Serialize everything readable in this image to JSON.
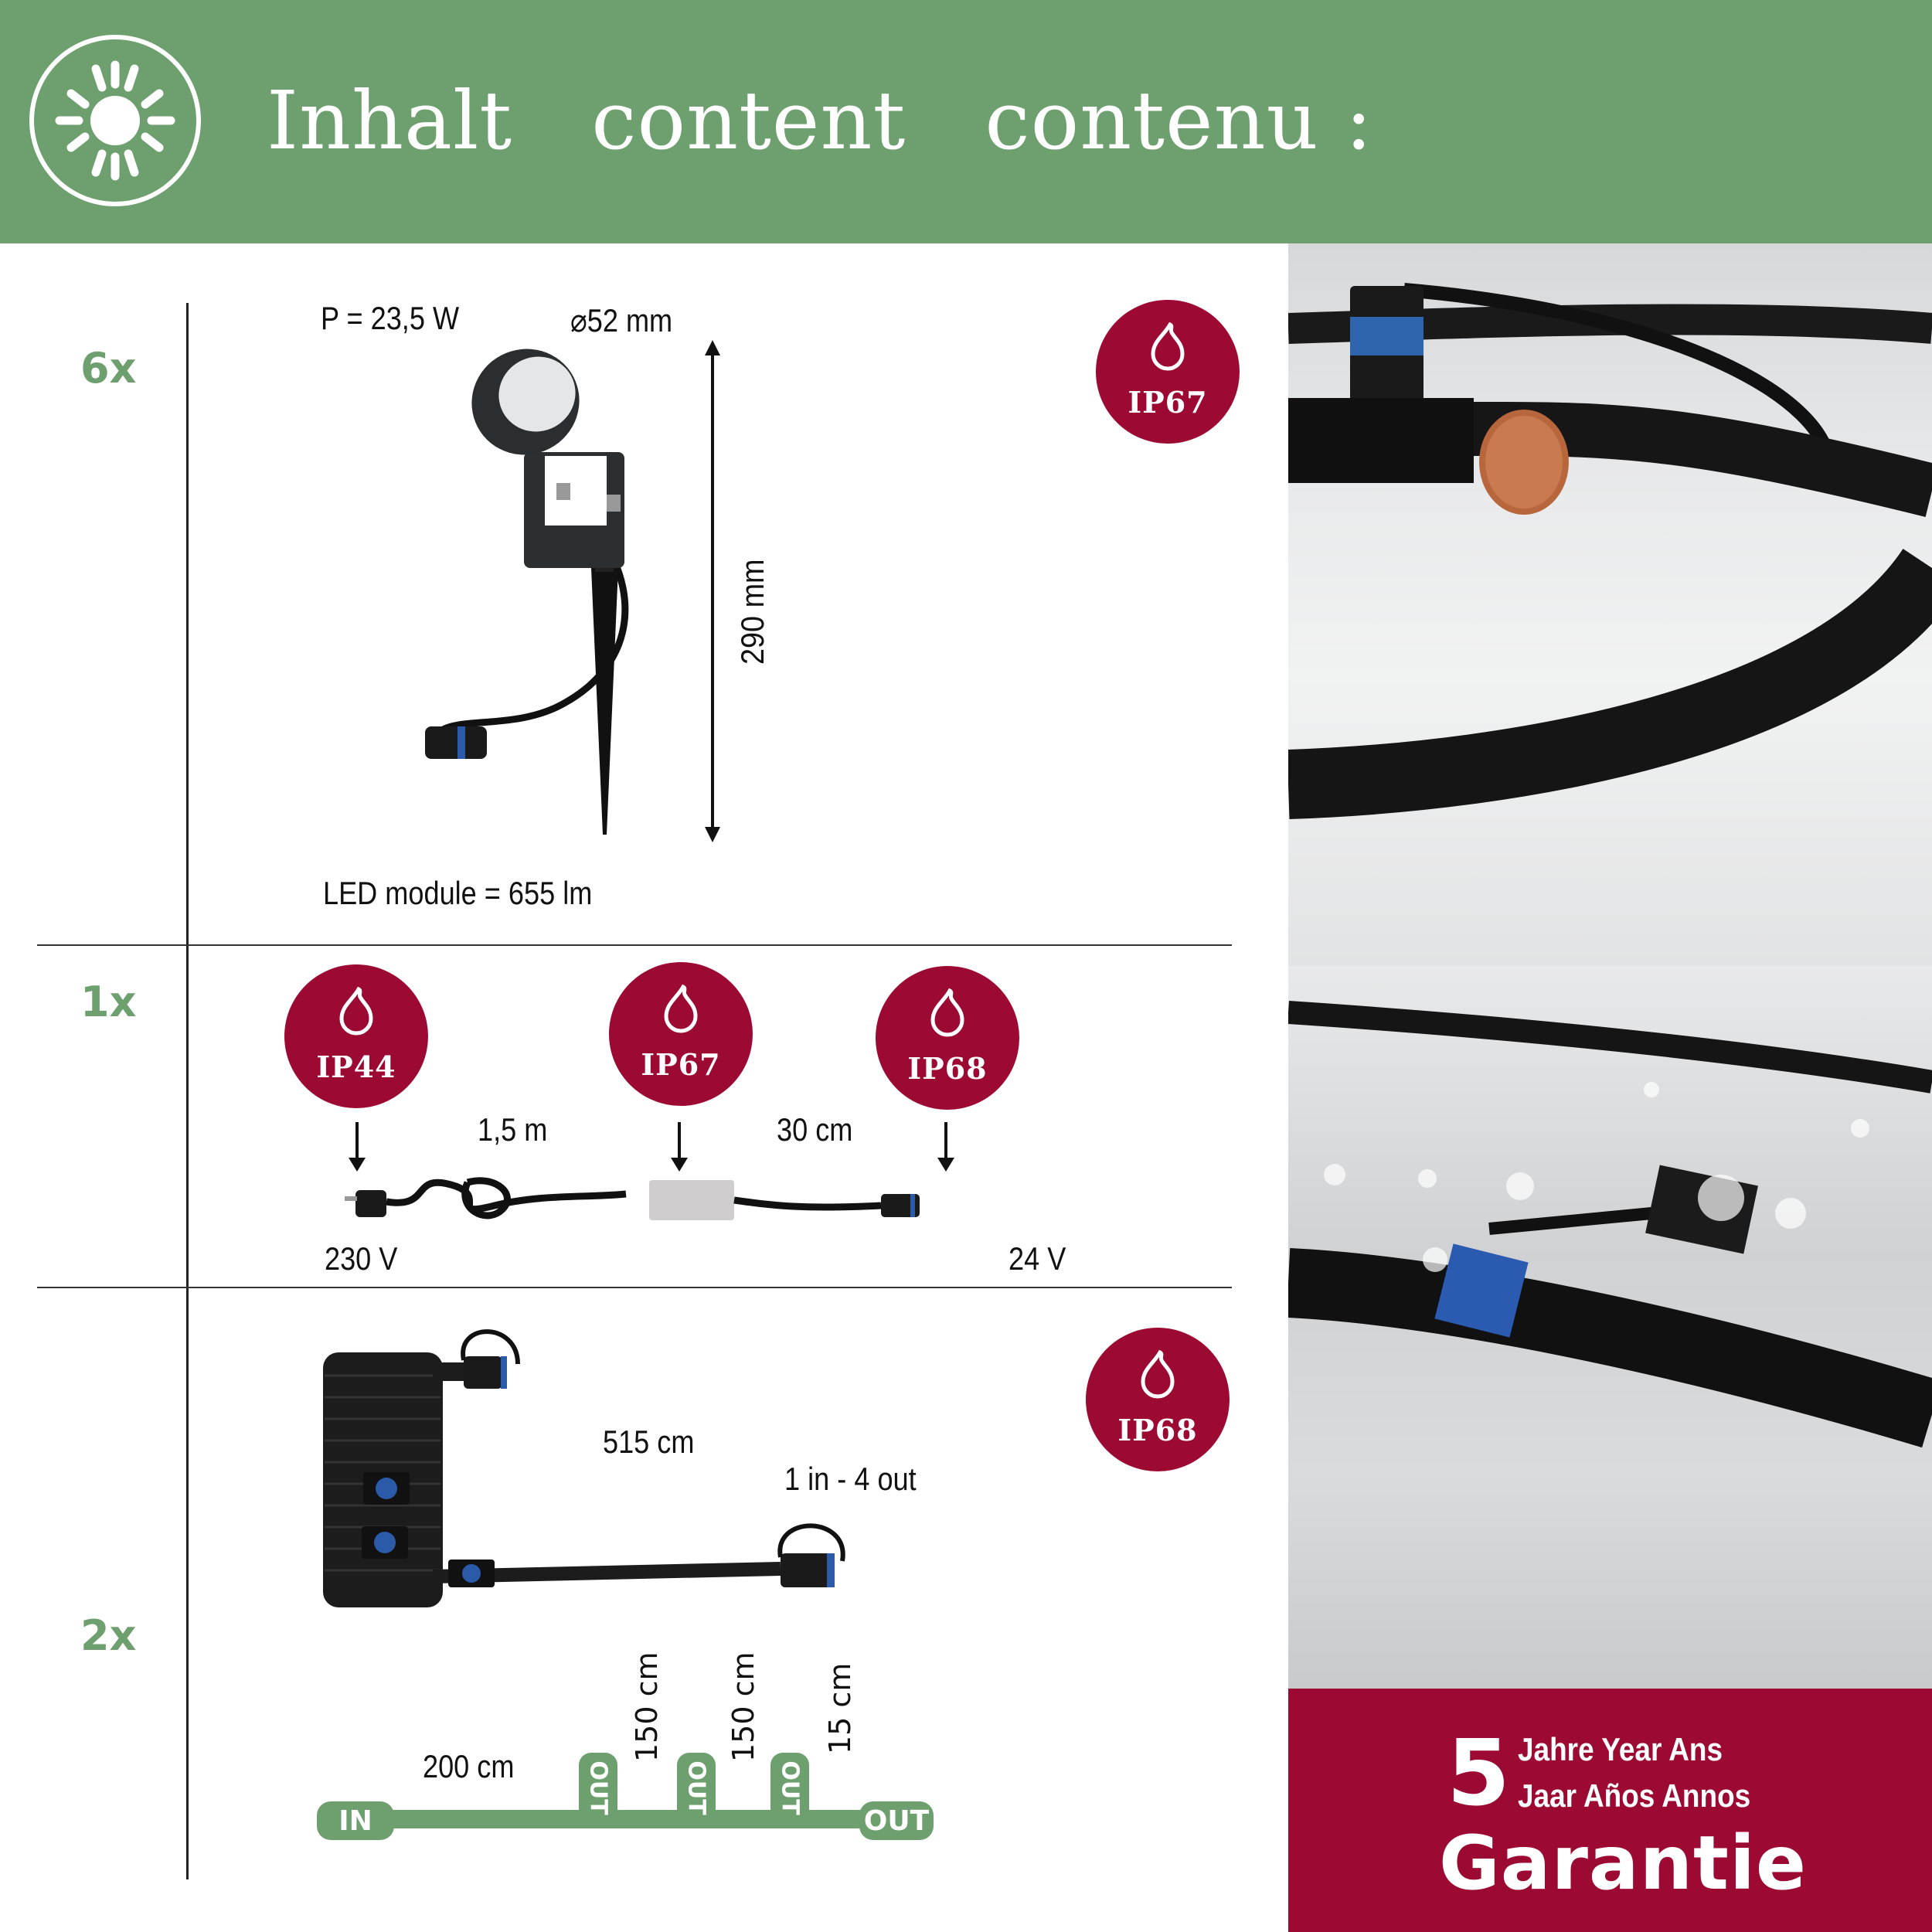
{
  "header": {
    "icon": "sun-icon",
    "title": "Inhalt   content   contenu :",
    "background_color": "#6da06e"
  },
  "sections": [
    {
      "quantity": "6x",
      "product": "garden spotlight with spike",
      "power": "P = 23,5 W",
      "diameter": "⌀52 mm",
      "height": "290 mm",
      "luminous_flux": "LED module = 655 lm",
      "badges": [
        {
          "icon": "water-drop-icon",
          "label": "IP67"
        }
      ]
    },
    {
      "quantity": "1x",
      "product": "power supply with cable",
      "badges": [
        {
          "icon": "water-drop-icon",
          "label": "IP44"
        },
        {
          "icon": "water-drop-icon",
          "label": "IP67"
        },
        {
          "icon": "water-drop-icon",
          "label": "IP68"
        }
      ],
      "cable_length_1": "1,5 m",
      "cable_length_2": "30 cm",
      "input_voltage": "230 V",
      "output_voltage": "24 V"
    },
    {
      "quantity": "2x",
      "product": "connection cable 1 in - 4 out",
      "badges": [
        {
          "icon": "water-drop-icon",
          "label": "IP68"
        }
      ],
      "total_length": "515 cm",
      "config": "1 in - 4 out",
      "diagram": {
        "in_label": "IN",
        "out_label": "OUT",
        "segments": [
          "200 cm",
          "150 cm",
          "150 cm",
          "15 cm"
        ],
        "branch_labels": [
          "OUT",
          "OUT",
          "OUT"
        ]
      }
    }
  ],
  "photos": [
    {
      "description": "cable connector with 1 cent coin for size comparison"
    },
    {
      "description": "waterproof connector splashed with water"
    }
  ],
  "guarantee": {
    "number": "5",
    "line1": "Jahre Year Ans",
    "line2": "Jaar Años Annos",
    "word": "Garantie",
    "background_color": "#9c0a33"
  }
}
